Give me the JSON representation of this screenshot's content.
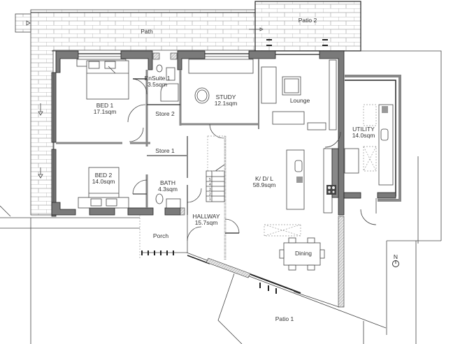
{
  "plan": {
    "type": "ground floor plan",
    "orientation": {
      "north_label": "N"
    },
    "rooms": [
      {
        "id": "path",
        "name": "Path",
        "area": ""
      },
      {
        "id": "patio2",
        "name": "Patio 2",
        "area": ""
      },
      {
        "id": "bed1",
        "name": "BED 1",
        "area": "17.1sqm"
      },
      {
        "id": "ensuite1",
        "name": "EnSuite 1",
        "area": "3.5sqm"
      },
      {
        "id": "store2",
        "name": "Store 2",
        "area": ""
      },
      {
        "id": "study",
        "name": "STUDY",
        "area": "12.1sqm"
      },
      {
        "id": "lounge",
        "name": "Lounge",
        "area": ""
      },
      {
        "id": "utility",
        "name": "UTILITY",
        "area": "14.0sqm"
      },
      {
        "id": "store1",
        "name": "Store 1",
        "area": ""
      },
      {
        "id": "bed2",
        "name": "BED 2",
        "area": "14.0sqm"
      },
      {
        "id": "bath",
        "name": "BATH",
        "area": "4.3sqm"
      },
      {
        "id": "kdl",
        "name": "K/ D/ L",
        "area": "58.9sqm"
      },
      {
        "id": "hallway",
        "name": "HALLWAY",
        "area": "15.7sqm"
      },
      {
        "id": "porch",
        "name": "Porch",
        "area": ""
      },
      {
        "id": "dining",
        "name": "Dining",
        "area": ""
      },
      {
        "id": "patio1",
        "name": "Patio 1",
        "area": ""
      }
    ],
    "stair_steps": [
      "5",
      "4",
      "3",
      "2",
      "1"
    ]
  }
}
